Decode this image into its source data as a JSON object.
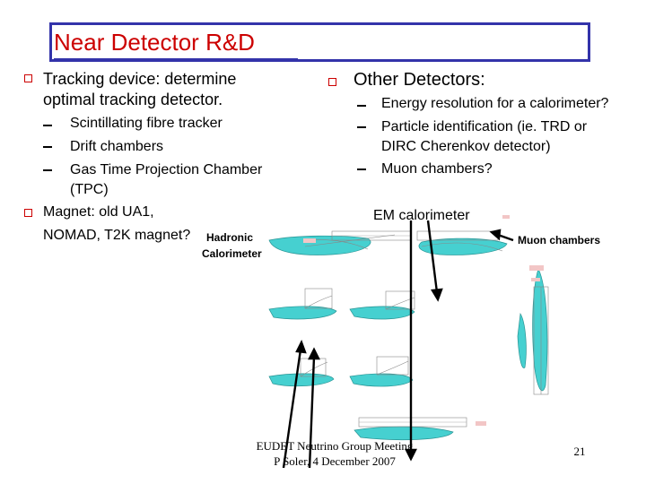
{
  "slide": {
    "title": "Near Detector R&D",
    "left_bullets": [
      {
        "text_line1": "Tracking device: determine",
        "text_line2": "optimal tracking detector.",
        "subitems": [
          "Scintillating fibre tracker",
          "Drift chambers",
          "Gas Time Projection Chamber",
          "(TPC)"
        ]
      },
      {
        "text_line1": "Magnet: old UA1,",
        "text_line2": "NOMAD, T2K magnet?"
      }
    ],
    "right_bullet": {
      "text": "Other Detectors:",
      "subitems": [
        "Energy resolution for a calorimeter?",
        "Particle identification (ie. TRD or",
        "DIRC Cherenkov detector)",
        "Muon chambers?"
      ]
    },
    "figure_labels": {
      "hadronic": "Hadronic",
      "calorimeter": "Calorimeter",
      "em_calorimeter": "EM calorimeter",
      "muon_chambers": "Muon chambers"
    },
    "footer": {
      "line1": "EUDET Neutrino Group Meeting",
      "line2": "P Soler, 4 December 2007",
      "page_number": "21"
    },
    "colors": {
      "title": "#cc0000",
      "title_frame": "#3333aa",
      "bullet": "#cc0000",
      "detector_teal": "#33cccc",
      "arrow": "#000000"
    }
  }
}
